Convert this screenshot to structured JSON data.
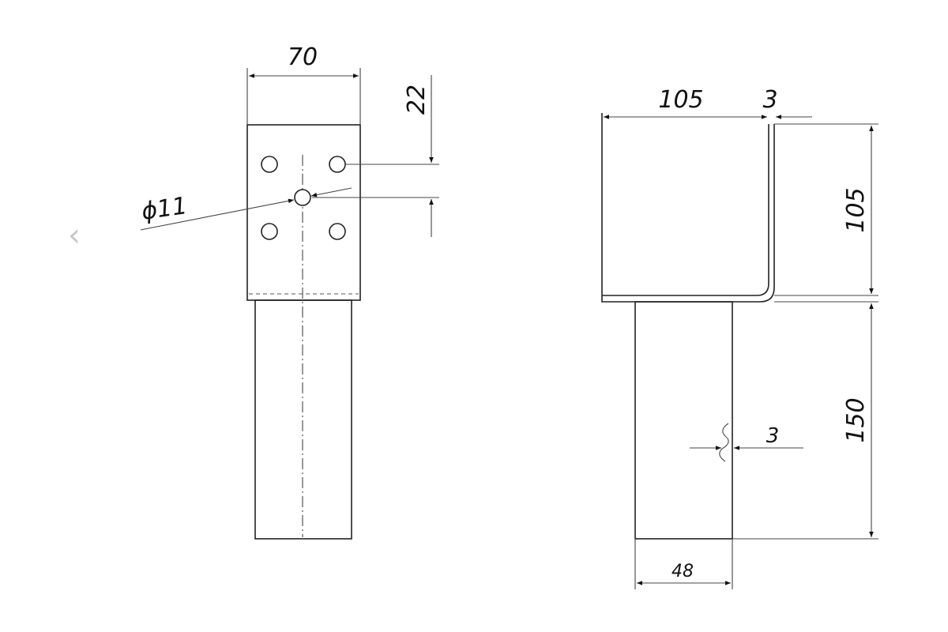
{
  "nav": {
    "prev_glyph": "‹"
  },
  "dimensions": {
    "plate_width": "70",
    "top_offset": "22",
    "hole_diameter": "ϕ11",
    "u_width": "105",
    "thickness_top": "3",
    "u_height": "105",
    "tube_length": "150",
    "wall_thickness": "3",
    "tube_width": "48"
  },
  "colors": {
    "line": "#222222",
    "nav": "#c8c8c8"
  }
}
